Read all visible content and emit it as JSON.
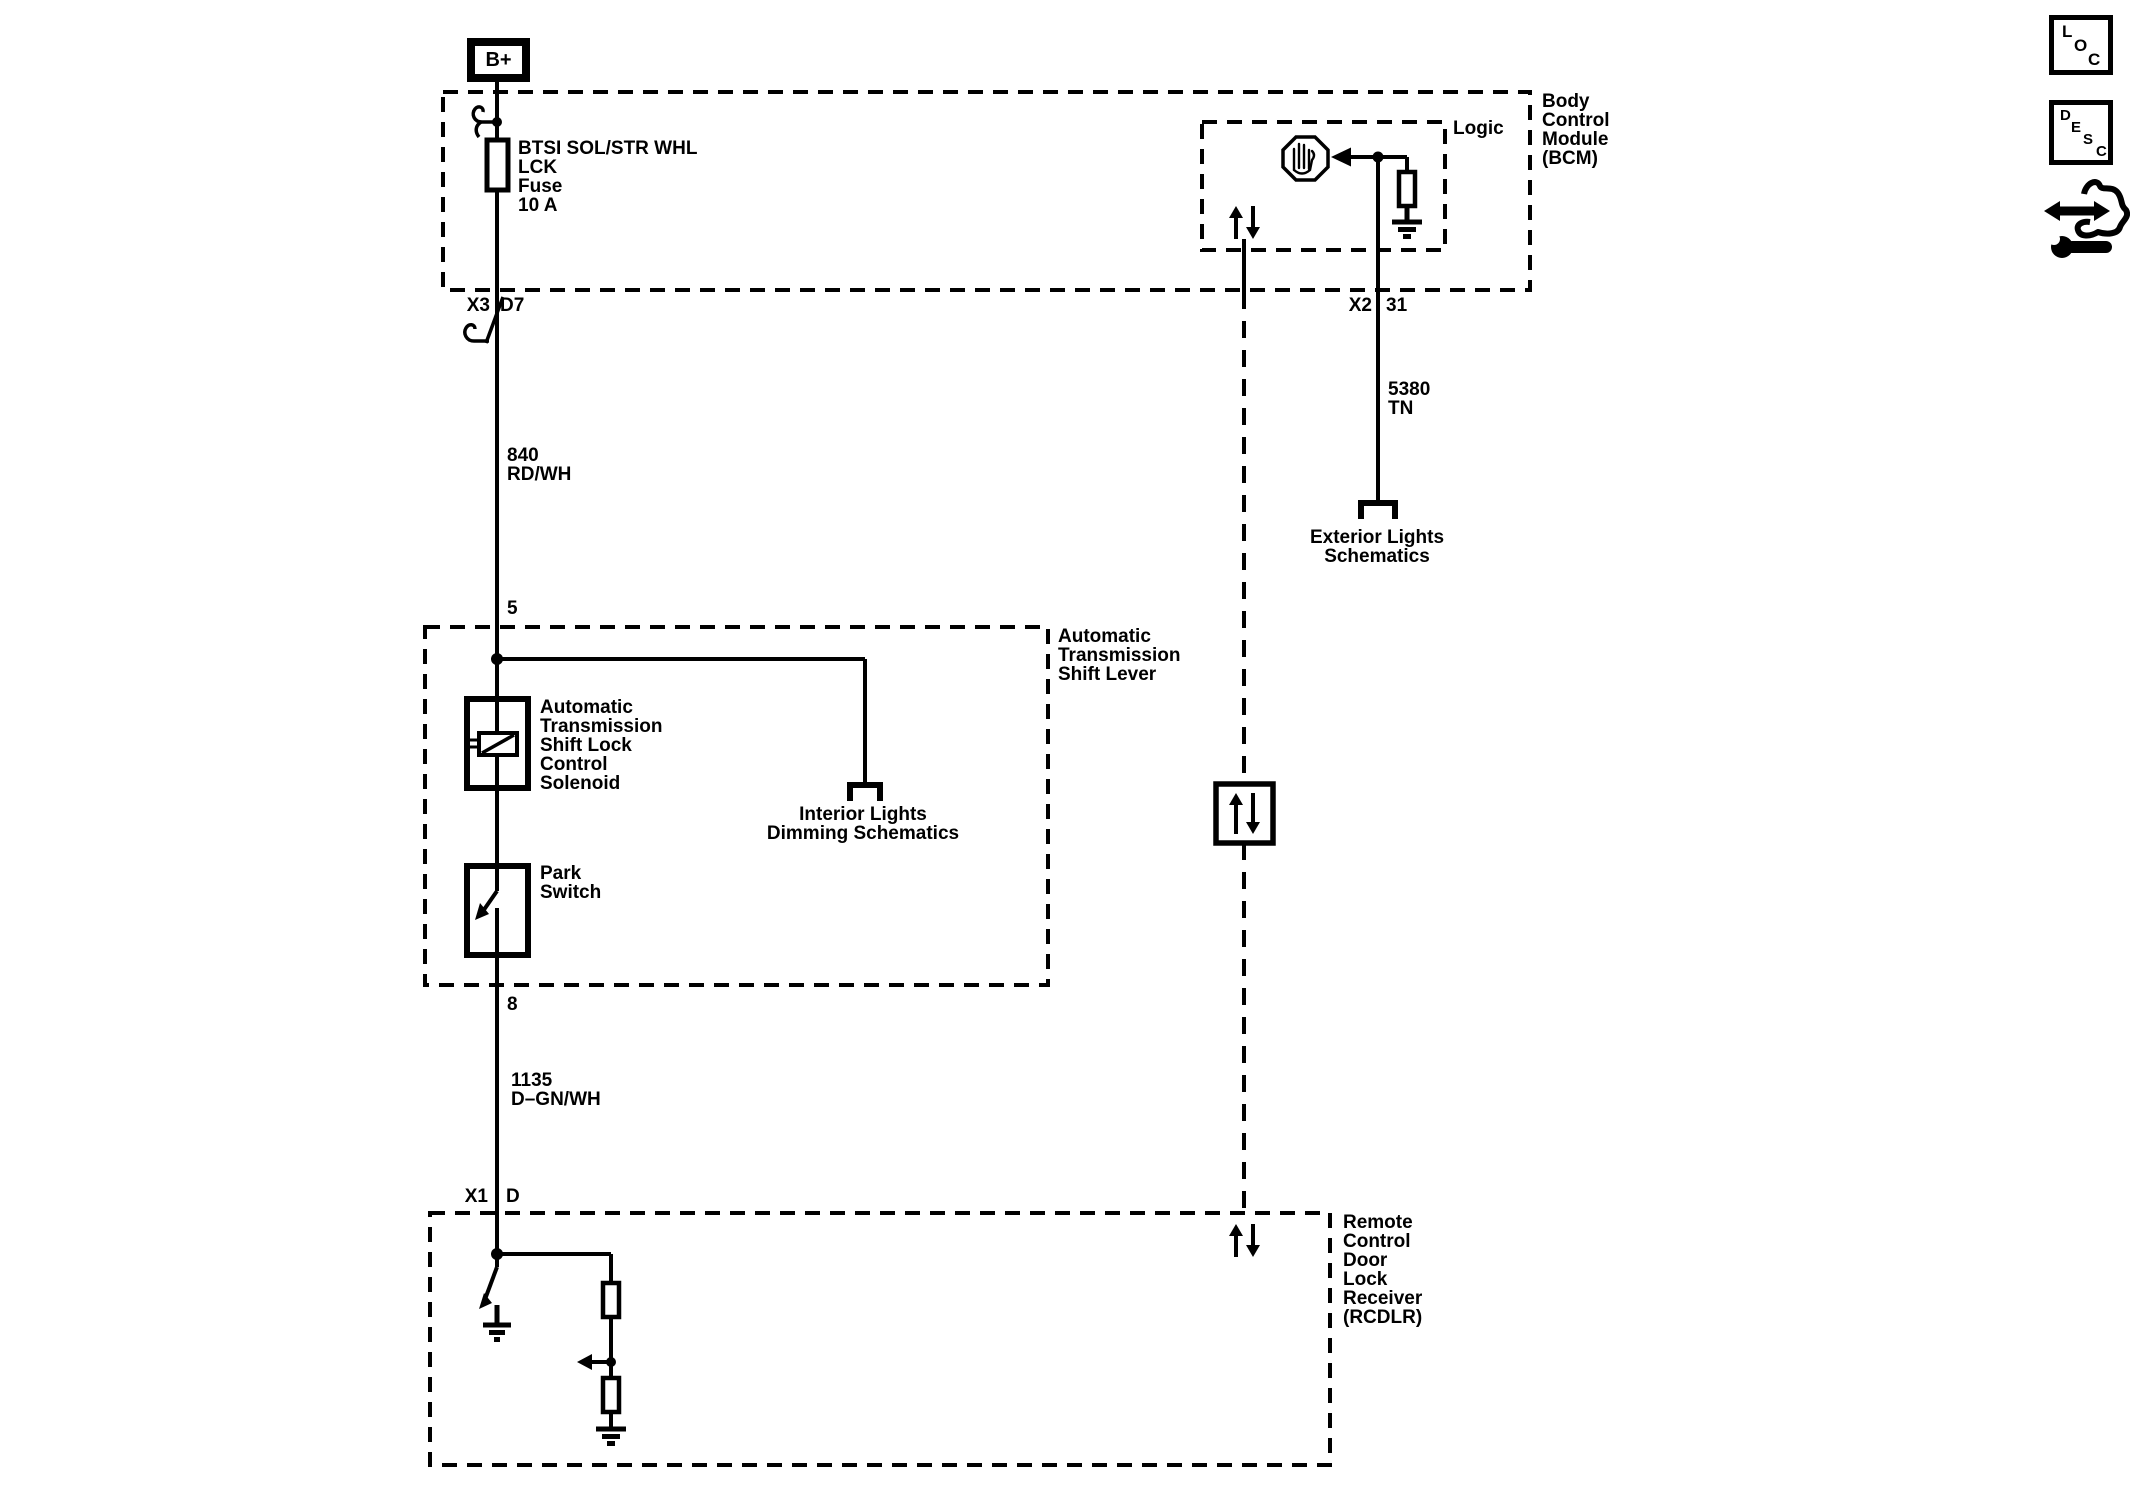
{
  "colors": {
    "ink": "#000000",
    "paper": "#ffffff"
  },
  "power_feed": {
    "label": "B+"
  },
  "fuse": {
    "label_lines": [
      "BTSI SOL/STR WHL",
      "LCK",
      "Fuse",
      "10 A"
    ]
  },
  "bcm": {
    "label_lines": [
      "Body",
      "Control",
      "Module",
      "(BCM)"
    ],
    "logic_label": "Logic"
  },
  "connectors": {
    "x3": {
      "name": "X3",
      "pin": "D7"
    },
    "x2": {
      "name": "X2",
      "pin": "31"
    },
    "x1": {
      "name": "X1",
      "pin": "D"
    },
    "shift_lever_pin_top": "5",
    "shift_lever_pin_bottom": "8"
  },
  "wires": {
    "battery_feed": {
      "circuit": "840",
      "color_code": "RD/WH"
    },
    "bcm_output": {
      "circuit": "5380",
      "color_code": "TN"
    },
    "park_switch_ground": {
      "circuit": "1135",
      "color_code": "D–GN/WH"
    }
  },
  "shift_lever": {
    "label_lines": [
      "Automatic",
      "Transmission",
      "Shift Lever"
    ]
  },
  "solenoid": {
    "label_lines": [
      "Automatic",
      "Transmission",
      "Shift Lock",
      "Control",
      "Solenoid"
    ]
  },
  "park_switch": {
    "label_lines": [
      "Park",
      "Switch"
    ]
  },
  "rcdlr": {
    "label_lines": [
      "Remote",
      "Control",
      "Door",
      "Lock",
      "Receiver",
      "(RCDLR)"
    ]
  },
  "references": {
    "exterior_lights": {
      "lines": [
        "Exterior Lights",
        "Schematics"
      ]
    },
    "interior_lights": {
      "lines": [
        "Interior Lights",
        "Dimming Schematics"
      ]
    }
  },
  "toolbar": {
    "loc_button": {
      "letters": [
        "L",
        "O",
        "C"
      ]
    },
    "desc_button": {
      "letters": [
        "D",
        "E",
        "S",
        "C"
      ]
    }
  },
  "icons": {
    "stop_hand": "octagon-raised-hand",
    "bidirectional_signal": "up-down-arrows",
    "schematic_tool": "double-arrow-wrench"
  }
}
